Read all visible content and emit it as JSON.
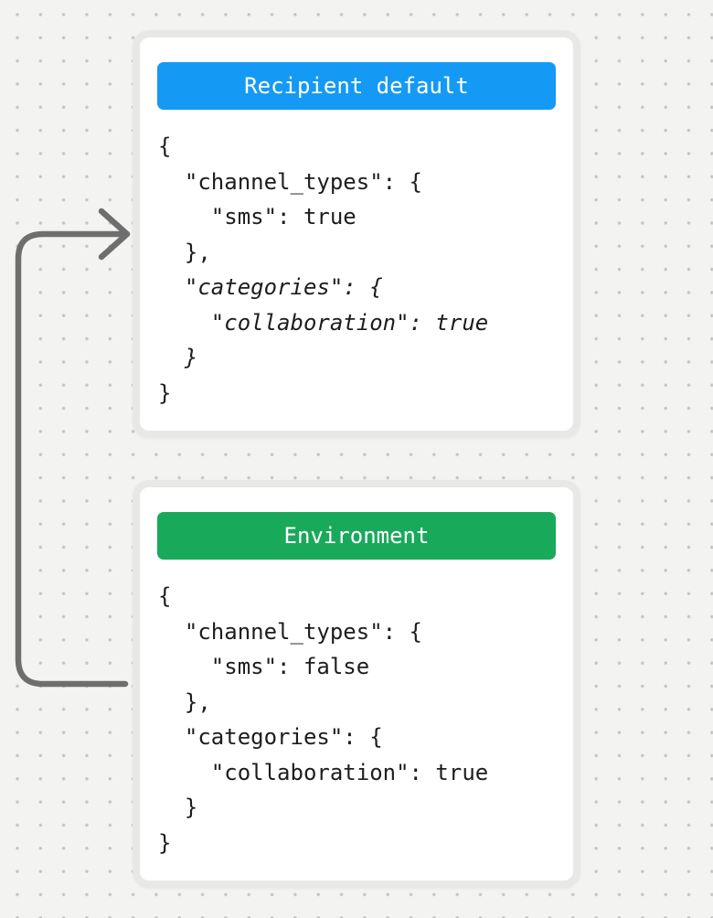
{
  "canvas": {
    "background_color": "#f3f3f1",
    "dot_color": "#c6c6c4",
    "card_border_color": "#e8e8e6",
    "code_text_color": "#1d1d1d"
  },
  "arrow": {
    "name": "loop-arrow",
    "color": "#6e6e6e",
    "direction": "from-environment-card-to-recipient-default-card"
  },
  "cards": [
    {
      "id": "recipient-default",
      "header": {
        "label": "Recipient default",
        "color": "#149af5",
        "text_color": "#ffffff"
      },
      "code_lines": [
        {
          "text": "{",
          "italic": false
        },
        {
          "text": "  \"channel_types\": {",
          "italic": false
        },
        {
          "text": "    \"sms\": true",
          "italic": false
        },
        {
          "text": "  },",
          "italic": false
        },
        {
          "text": "  \"categories\": {",
          "italic": true
        },
        {
          "text": "    \"collaboration\": true",
          "italic": true
        },
        {
          "text": "  }",
          "italic": true
        },
        {
          "text": "}",
          "italic": false
        }
      ]
    },
    {
      "id": "environment",
      "header": {
        "label": "Environment",
        "color": "#19a95b",
        "text_color": "#ffffff"
      },
      "code_lines": [
        {
          "text": "{",
          "italic": false
        },
        {
          "text": "  \"channel_types\": {",
          "italic": false
        },
        {
          "text": "    \"sms\": false",
          "italic": false
        },
        {
          "text": "  },",
          "italic": false
        },
        {
          "text": "  \"categories\": {",
          "italic": false
        },
        {
          "text": "    \"collaboration\": true",
          "italic": false
        },
        {
          "text": "  }",
          "italic": false
        },
        {
          "text": "}",
          "italic": false
        }
      ]
    }
  ]
}
